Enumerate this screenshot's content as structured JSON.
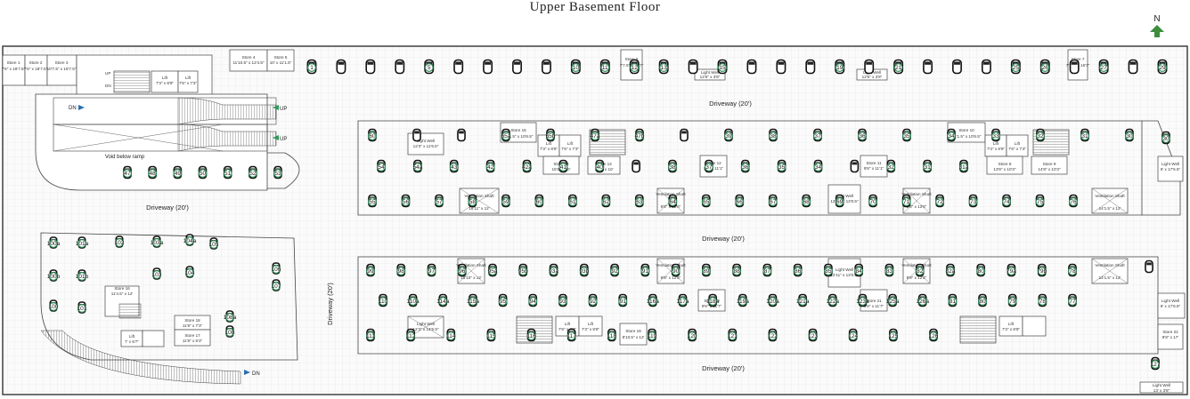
{
  "title": "Upper Basement Floor",
  "north_label": "N",
  "driveways": {
    "top": "Driveway (20')",
    "middle": "Driveway (20')",
    "bottom": "Driveway (20')",
    "left": "Driveway (20')",
    "vertical": "Driveway (20')"
  },
  "ramp": {
    "void": "Void below ramp",
    "dn1": "DN",
    "up1": "UP",
    "up2": "UP",
    "dn2": "DN"
  },
  "lift_labels": {
    "up": "UP",
    "dn": "DN"
  },
  "rooms": {
    "store1": {
      "name": "Store 1",
      "size": "7'6\" x 18'7.5\""
    },
    "store2": {
      "name": "Store 2",
      "size": "7'6\" x 18'7.5\""
    },
    "store3": {
      "name": "Store 3",
      "size": "10'7.5\" x 18'7.5\""
    },
    "store4": {
      "name": "Store 4",
      "size": "11'10.5\" x 12'4.5\""
    },
    "store5": {
      "name": "Store 5",
      "size": "10' x 11'1.5\""
    },
    "store6": {
      "name": "Store 6",
      "size": "7'7.5\" x 16'7\""
    },
    "store7": {
      "name": "Store 7",
      "size": "7'7.5\" x 16'7\""
    },
    "store8": {
      "name": "Store 8",
      "size": "13'6\" x 10'3\""
    },
    "store9": {
      "name": "Store 9",
      "size": "14'8\" x 10'3\""
    },
    "store10": {
      "name": "Store 10",
      "size": "14'1.5\" x 10'6.5\""
    },
    "store11": {
      "name": "Store 11",
      "size": "9'8\" x 11'1\""
    },
    "store12": {
      "name": "Store 12",
      "size": "9'8\" x 11'1\""
    },
    "store13": {
      "name": "Store 13",
      "size": "14'8\" x 10'"
    },
    "store14": {
      "name": "Store 14",
      "size": "15'6\" x 10'"
    },
    "store15": {
      "name": "Store 15",
      "size": "14'1.5\" x 10'6.5\""
    },
    "store16": {
      "name": "Store 16",
      "size": "11'4.5\" x 12'"
    },
    "store17": {
      "name": "Store 17",
      "size": "11'8\" x 6'3\""
    },
    "store18": {
      "name": "Store 18",
      "size": "11'8\" x 7'3\""
    },
    "store19": {
      "name": "Store 19",
      "size": "8'10.5\" x 12'"
    },
    "store20": {
      "name": "Store 20",
      "size": "9'8\" x 11'7\""
    },
    "store21": {
      "name": "Store 21",
      "size": "9'8\" x 11'7\""
    },
    "store22": {
      "name": "Store 22",
      "size": "8'8\" x 17'"
    },
    "lift1": {
      "name": "Lift",
      "size": "7'3\" x 8'9\""
    },
    "lift2": {
      "name": "Lift",
      "size": "7'6\" x 7'3\""
    },
    "lift3": {
      "name": "Lift",
      "size": "7'3\" x 8'9\""
    },
    "lift4": {
      "name": "Lift",
      "size": "7'6\" x 7'3\""
    },
    "lift5": {
      "name": "Lift",
      "size": "7'3\" x 8'9\""
    },
    "lift6": {
      "name": "Lift",
      "size": "7'6\" x 7'3\""
    },
    "lift7": {
      "name": "Lift",
      "size": "7'6\" x 7'3\""
    },
    "lift8": {
      "name": "Lift",
      "size": "7'3\" x 8'9\""
    },
    "lift9": {
      "name": "Lift",
      "size": "7'3\" x 8'9\""
    },
    "lift10": {
      "name": "Lift",
      "size": "7' x 6'7\""
    },
    "lw1": {
      "name": "Light Well",
      "size": "12'3\" x 11'6.5\""
    },
    "lw2": {
      "name": "Light Well",
      "size": "12'11\" x 13'0.5\""
    },
    "lw3": {
      "name": "Light Well",
      "size": "12'11\" x 13'0.5\""
    },
    "lw4": {
      "name": "Light Well",
      "size": "12'3\" x 14'6.5\""
    },
    "lw5": {
      "name": "Light Well",
      "size": "12'6\" x 3'8\""
    },
    "lw6": {
      "name": "Light Well",
      "size": "12'6\" x 3'8\""
    },
    "lw7": {
      "name": "Light Well",
      "size": "8' x 17'6.5\""
    },
    "lw8": {
      "name": "Light Well",
      "size": "8' x 17'6.5\""
    },
    "lw9": {
      "name": "Light Well",
      "size": "13' x 3'8\""
    },
    "vs1": {
      "name": "Ventilation Shaft",
      "size": "18'11\" x 12'"
    },
    "vs2": {
      "name": "Ventilation Shaft",
      "size": "9'8\" x 12'6\""
    },
    "vs3": {
      "name": "Ventilation Shaft",
      "size": "9'8\" x 12'6\""
    },
    "vs4": {
      "name": "Ventilation Shaft",
      "size": "14'1.5\" x 12'"
    },
    "vs5": {
      "name": "Ventilation Shaft",
      "size": "15'10\" x 12'"
    },
    "vs6": {
      "name": "Ventilation Shaft",
      "size": "9'8\" x 12'6\""
    },
    "vs7": {
      "name": "Ventilation Shaft",
      "size": "9'8\" x 12'6\""
    },
    "vs8": {
      "name": "Ventilation Shaft",
      "size": "14'1.5\" x 12'"
    }
  },
  "car_rows": [
    {
      "row": "top-wall",
      "labels": [
        "1",
        "",
        "",
        "",
        "5",
        "",
        "",
        "",
        "",
        "10",
        "11",
        "12",
        "13",
        "",
        "15",
        "",
        "",
        "",
        "19",
        "",
        "21",
        "",
        "",
        "",
        "25",
        "26",
        "",
        "27",
        "",
        "29"
      ]
    },
    {
      "row": "ramp-island",
      "labels": [
        "47",
        "48",
        "49",
        "50",
        "51",
        "52",
        "53"
      ]
    },
    {
      "row": "block1-top",
      "labels": [
        "60",
        "",
        "",
        "65a",
        "65b",
        "47a",
        "47b",
        "",
        "39",
        "38",
        "37",
        "36",
        "35",
        "34",
        "33",
        "32",
        "31",
        "30"
      ]
    },
    {
      "row": "block1-mid",
      "labels": [
        "54",
        "54a",
        "43",
        "42",
        "42a",
        "41",
        "40",
        "",
        "38",
        "37",
        "36",
        "35",
        "34",
        "",
        "32",
        "31",
        "31a"
      ]
    },
    {
      "row": "block1-bottom",
      "labels": [
        "55",
        "56",
        "57",
        "58",
        "59",
        "60",
        "61",
        "62",
        "63",
        "64",
        "65",
        "66",
        "67",
        "68",
        "69",
        "70",
        "71",
        "72",
        "73",
        "74",
        "75",
        "76"
      ]
    },
    {
      "row": "block2-top",
      "labels": [
        "99",
        "98",
        "97",
        "96",
        "95a",
        "95b",
        "93a",
        "93b",
        "92",
        "91",
        "90",
        "89",
        "88",
        "87",
        "86",
        "85",
        "84",
        "83",
        "82",
        "82a",
        "80",
        "79a",
        "79b",
        "78"
      ]
    },
    {
      "row": "block2-mid",
      "labels": [
        "110",
        "110a",
        "114a",
        "115a",
        "95",
        "94",
        "93",
        "92",
        "91",
        "116a",
        "117a",
        "118a",
        "119a",
        "120a",
        "121a",
        "122a",
        "123a",
        "125a",
        "126a",
        "81",
        "80",
        "79",
        "78",
        "77"
      ]
    },
    {
      "row": "block2-bottom",
      "labels": [
        "111",
        "112",
        "114",
        "115",
        "116",
        "117",
        "118",
        "119",
        "120",
        "121",
        "122",
        "123",
        "124",
        "125",
        "126"
      ]
    },
    {
      "row": "left-block",
      "labels": [
        "100a",
        "101a",
        "102",
        "103a",
        "104a",
        "105",
        "100b",
        "101b",
        "103",
        "104",
        "106",
        "107",
        "100",
        "101",
        "108a",
        "108"
      ]
    },
    {
      "row": "right-edge",
      "labels": [
        "30",
        "",
        "127"
      ]
    }
  ]
}
